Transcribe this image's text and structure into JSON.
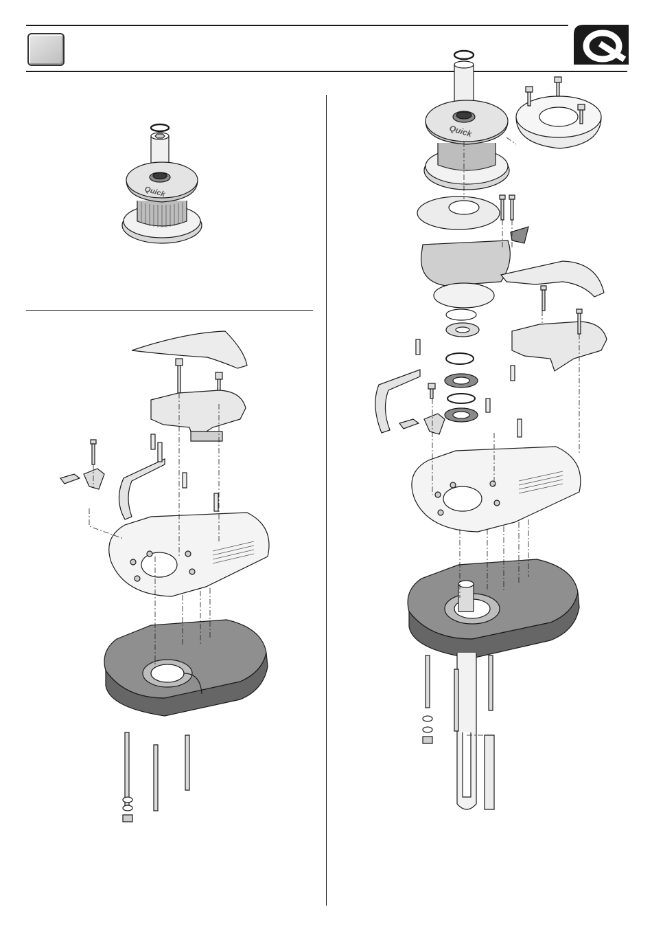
{
  "brand": {
    "logo_text": "Q"
  },
  "winch_head": {
    "brand_mark": "Quick"
  },
  "exploded_right": {
    "brand_mark": "Quick"
  },
  "colors": {
    "line": "#1a1a1a",
    "part_light": "#f2f2f2",
    "part_mid": "#cfcfcf",
    "part_dark": "#8a8a8a",
    "gasket": "#666666"
  }
}
